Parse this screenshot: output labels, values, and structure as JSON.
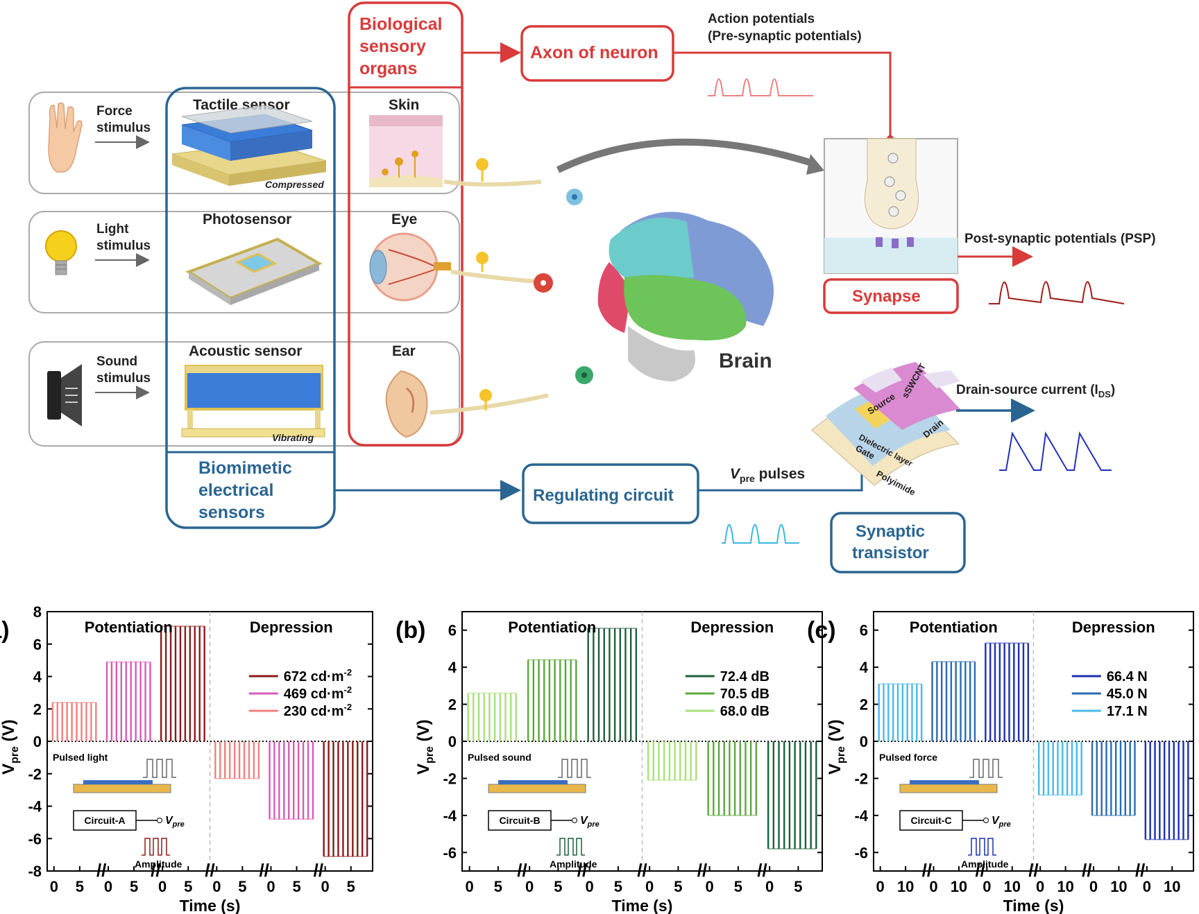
{
  "colors": {
    "red": "#d93a3a",
    "blue": "#2a6591",
    "gray": "#9a9a9a",
    "brain": "#333333"
  },
  "top": {
    "bio_box_lines": [
      "Biological",
      "sensory",
      "organs"
    ],
    "axon": "Axon of neuron",
    "ap_line1": "Action potentials",
    "ap_line2": "(Pre-synaptic potentials)",
    "synapse": "Synapse",
    "psp": "Post-synaptic potentials (PSP)",
    "brain": "Brain",
    "rows": [
      {
        "stim1": "Force",
        "stim2": "stimulus",
        "sensor": "Tactile sensor",
        "organ": "Skin",
        "note": "Compressed",
        "icon": "hand-icon"
      },
      {
        "stim1": "Light",
        "stim2": "stimulus",
        "sensor": "Photosensor",
        "organ": "Eye",
        "note": "",
        "icon": "lightbulb-icon"
      },
      {
        "stim1": "Sound",
        "stim2": "stimulus",
        "sensor": "Acoustic sensor",
        "organ": "Ear",
        "note": "Vibrating",
        "icon": "speaker-icon"
      }
    ],
    "bio_sensor_lines": [
      "Biomimetic",
      "electrical",
      "sensors"
    ],
    "regulating": "Regulating circuit",
    "vpre_v": "V",
    "vpre_sub": "pre",
    "vpre_rest": " pulses",
    "synaptic_lines": [
      "Synaptic",
      "transistor"
    ],
    "ids_label": "Drain-source current (I",
    "ids_sub": "DS",
    "ids_close": ")",
    "device_layers": [
      "Source",
      "sSWCNT",
      "Drain",
      "Dielectric layer",
      "Gate",
      "Polyimide"
    ]
  },
  "charts": [
    {
      "panel": "(a)",
      "type": "bar",
      "potentiation": "Potentiation",
      "depression": "Depression",
      "ylabel": "V",
      "ylabel_sub": "pre",
      "ylabel_unit": " (V)",
      "xlabel": "Time (s)",
      "ylim": [
        -8,
        8
      ],
      "yticks": [
        -8,
        -6,
        -4,
        -2,
        0,
        2,
        4,
        6,
        8
      ],
      "xticks": [
        "0",
        "5",
        "0",
        "5",
        "0",
        "5",
        "0",
        "5",
        "0",
        "5",
        "0",
        "5"
      ],
      "legend": [
        "672 cd·m",
        "469 cd·m",
        "230 cd·m"
      ],
      "legend_sup": "-2",
      "series_colors": [
        "#8b1a1a",
        "#d65bb8",
        "#f08080"
      ],
      "pot_amplitudes": [
        2.4,
        4.9,
        7.1
      ],
      "pot_colors": [
        "#f08080",
        "#d65bb8",
        "#8b1a1a"
      ],
      "dep_amplitudes": [
        -2.3,
        -4.8,
        -7.1
      ],
      "dep_colors": [
        "#f08080",
        "#d65bb8",
        "#8b1a1a"
      ],
      "inset_label": "Pulsed light",
      "circuit": "Circuit-A",
      "amplitude": "Amplitude"
    },
    {
      "panel": "(b)",
      "type": "bar",
      "potentiation": "Potentiation",
      "depression": "Depression",
      "ylabel": "V",
      "ylabel_sub": "pre",
      "ylabel_unit": " (V)",
      "xlabel": "Time (s)",
      "ylim": [
        -7,
        7
      ],
      "yticks": [
        -6,
        -4,
        -2,
        0,
        2,
        4,
        6
      ],
      "xticks": [
        "0",
        "5",
        "0",
        "5",
        "0",
        "5",
        "0",
        "5",
        "0",
        "5",
        "0",
        "5"
      ],
      "legend": [
        "72.4 dB",
        "70.5 dB",
        "68.0 dB"
      ],
      "legend_sup": "",
      "series_colors": [
        "#1e5e3a",
        "#5aa83a",
        "#a8e07a"
      ],
      "pot_amplitudes": [
        2.6,
        4.4,
        6.1
      ],
      "pot_colors": [
        "#a8e07a",
        "#5aa83a",
        "#1e5e3a"
      ],
      "dep_amplitudes": [
        -2.1,
        -4.0,
        -5.8
      ],
      "dep_colors": [
        "#a8e07a",
        "#5aa83a",
        "#1e5e3a"
      ],
      "inset_label": "Pulsed sound",
      "circuit": "Circuit-B",
      "amplitude": "Amplitude"
    },
    {
      "panel": "(c)",
      "type": "bar",
      "potentiation": "Potentiation",
      "depression": "Depression",
      "ylabel": "V",
      "ylabel_sub": "pre",
      "ylabel_unit": " (V)",
      "xlabel": "Time (s)",
      "ylim": [
        -7,
        7
      ],
      "yticks": [
        -6,
        -4,
        -2,
        0,
        2,
        4,
        6
      ],
      "xticks": [
        "0",
        "10",
        "0",
        "10",
        "0",
        "10",
        "0",
        "10",
        "0",
        "10",
        "0",
        "10"
      ],
      "legend": [
        "66.4 N",
        "45.0 N",
        "17.1 N"
      ],
      "legend_sup": "",
      "series_colors": [
        "#1c2fb0",
        "#2a6ab0",
        "#4ab8e8"
      ],
      "pot_amplitudes": [
        3.1,
        4.3,
        5.3
      ],
      "pot_colors": [
        "#4ab8e8",
        "#2a6ab0",
        "#1c2fb0"
      ],
      "dep_amplitudes": [
        -2.9,
        -4.0,
        -5.3
      ],
      "dep_colors": [
        "#4ab8e8",
        "#2a6ab0",
        "#1c2fb0"
      ],
      "inset_label": "Pulsed force",
      "circuit": "Circuit-C",
      "amplitude": "Amplitude"
    }
  ]
}
